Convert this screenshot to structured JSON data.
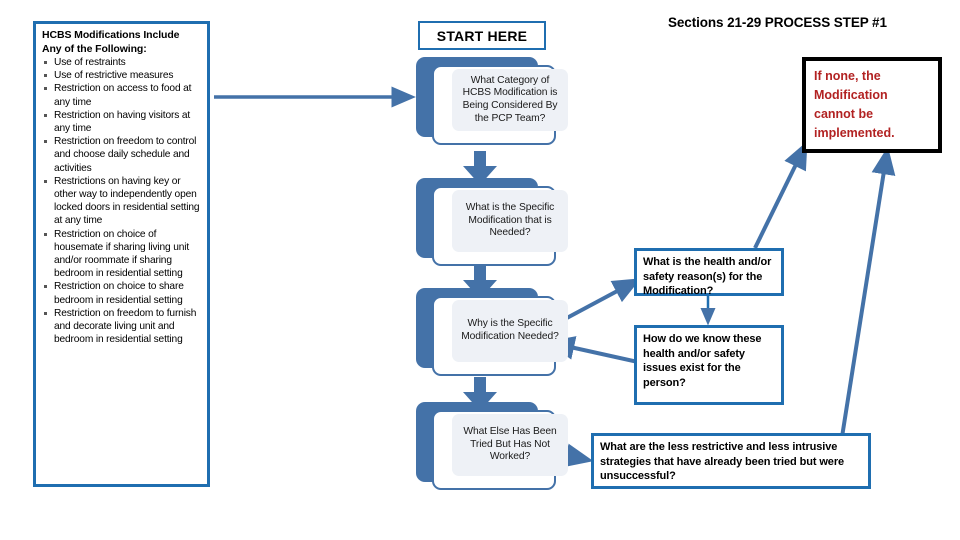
{
  "page": {
    "title": "Sections 21-29  PROCESS STEP #1"
  },
  "criteria_panel": {
    "heading": "HCBS Modifications Include Any of the Following:",
    "items": [
      "Use of restraints",
      "Use of restrictive measures",
      "Restriction on access to food at any time",
      "Restriction on having visitors at any time",
      "Restriction on freedom to control and choose daily schedule and activities",
      "Restrictions on having key or other way to independently open locked doors in residential setting at any time",
      "Restriction on choice of housemate if sharing living unit and/or roommate if sharing bedroom in residential setting",
      "Restriction on choice to share bedroom in residential setting",
      "Restriction on freedom to furnish and decorate living unit and bedroom in residential setting"
    ]
  },
  "start": {
    "label": "START HERE"
  },
  "process_steps": [
    {
      "id": "category",
      "text": "What Category of HCBS Modification is Being Considered By the PCP Team?"
    },
    {
      "id": "specific",
      "text": "What is the Specific Modification that is Needed?"
    },
    {
      "id": "why",
      "text": "Why is the Specific Modification Needed?"
    },
    {
      "id": "whatelse",
      "text": "What Else Has Been Tried But Has Not Worked?"
    }
  ],
  "side_boxes": [
    {
      "id": "health-reason",
      "text": "What is the health and/or safety reason(s) for the Modification?"
    },
    {
      "id": "how-know",
      "text": "How do we know these health and/or safety issues exist for the person?"
    },
    {
      "id": "less-restrictive",
      "text": "What are the less restrictive and less intrusive strategies that have already been tried but were unsuccessful?"
    }
  ],
  "warning": {
    "text": "If none, the Modification cannot be implemented."
  },
  "colors": {
    "accent_blue": "#1f6eb0",
    "process_blue": "#4472a8",
    "arrow_blue": "#4472a8",
    "warning_red": "#b22222",
    "warning_border": "#000000",
    "card_inner": "#eef1f6"
  }
}
